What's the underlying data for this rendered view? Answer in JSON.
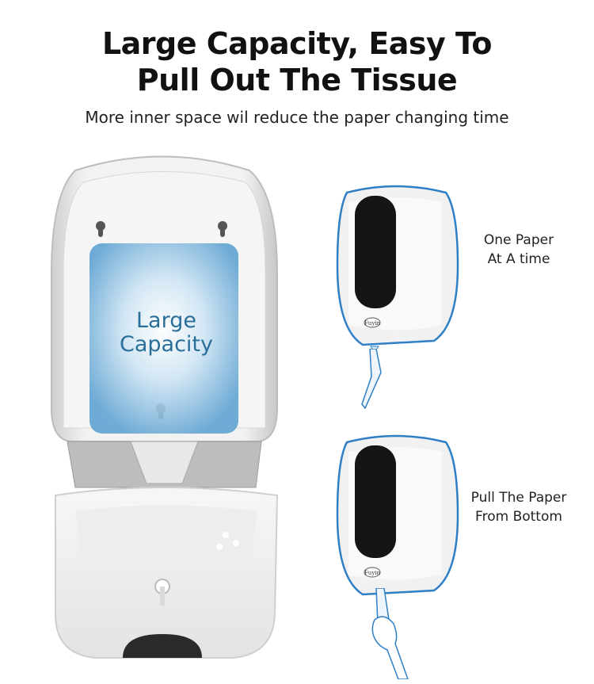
{
  "header": {
    "title_line1": "Large Capacity, Easy To",
    "title_line2": "Pull Out The Tissue",
    "subtitle": "More inner space wil reduce the paper changing time"
  },
  "main_illustration": {
    "label_line1": "Large",
    "label_line2": "Capacity",
    "highlight_color": "#7fb8dd"
  },
  "side_panels": [
    {
      "label_line1": "One Paper",
      "label_line2": "At A time",
      "brand": "Fuyin"
    },
    {
      "label_line1": "Pull The Paper",
      "label_line2": "From Bottom",
      "brand": "Fuyin"
    }
  ],
  "colors": {
    "outline_blue": "#2f7fc6",
    "window_dark": "#151515"
  }
}
